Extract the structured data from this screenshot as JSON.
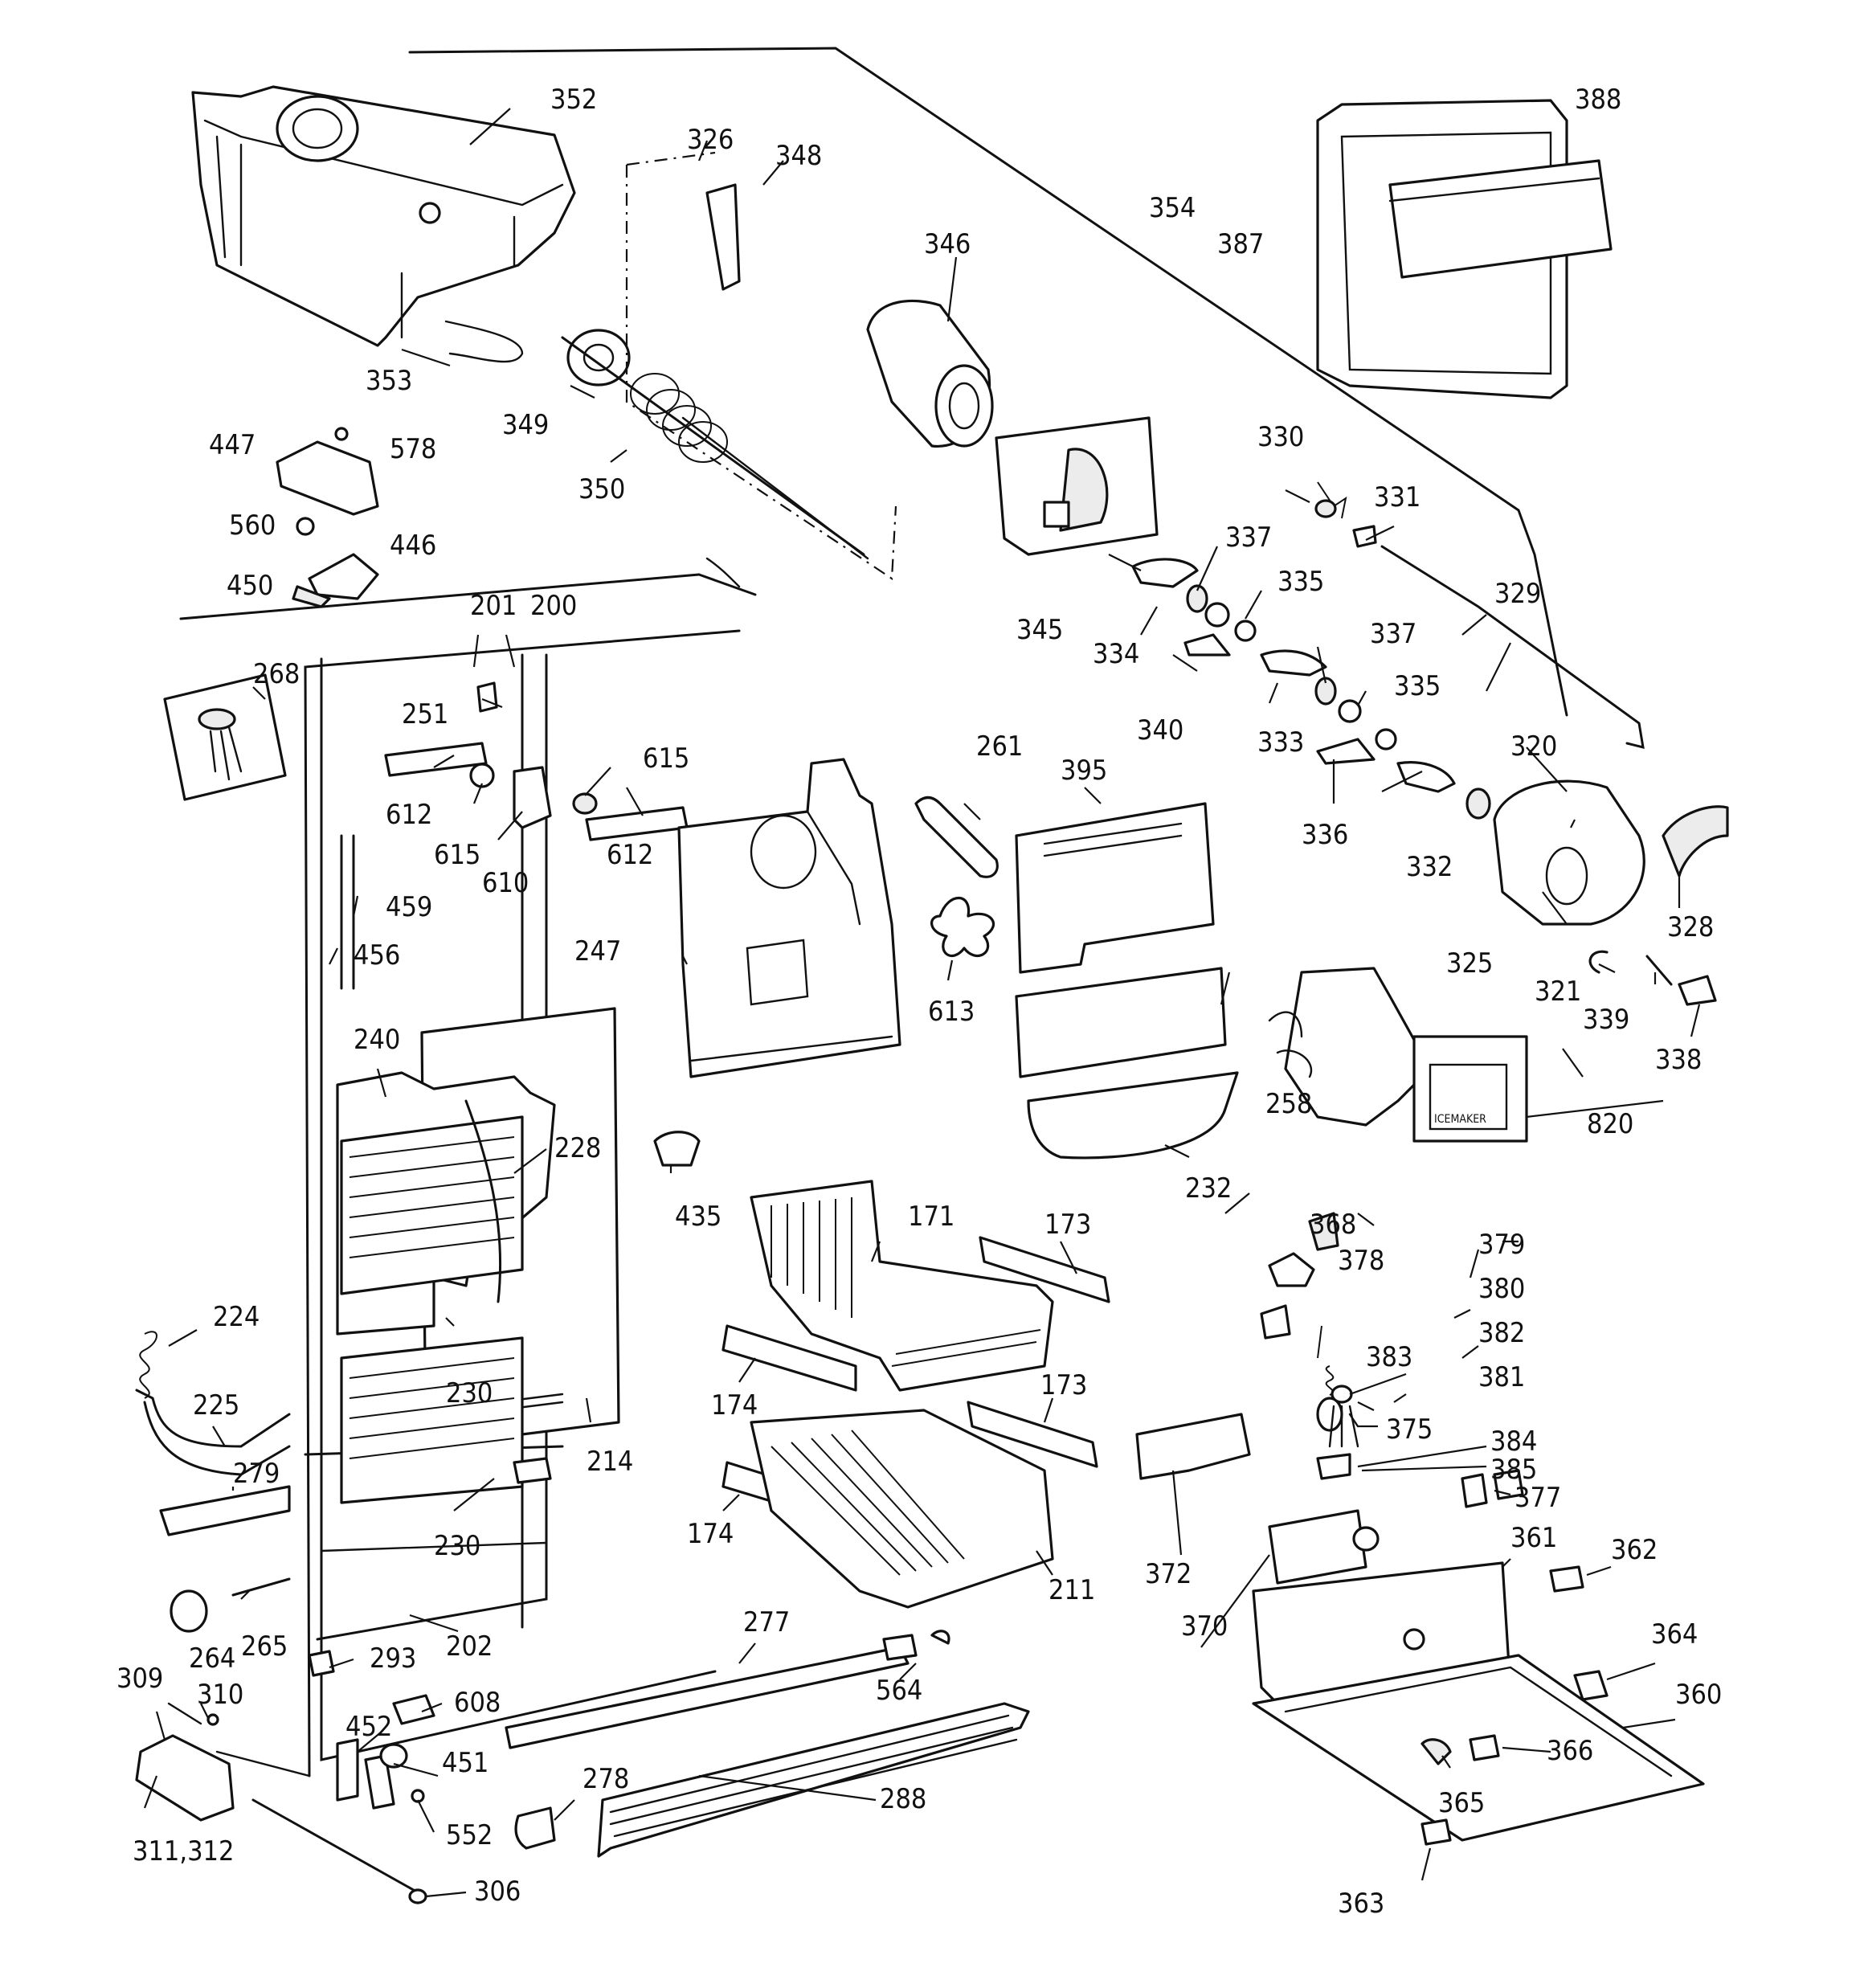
{
  "labels": {
    "p171": "171",
    "p173a": "173",
    "p173b": "173",
    "p174a": "174",
    "p174b": "174",
    "p200": "200",
    "p201": "201",
    "p202": "202",
    "p211": "211",
    "p214": "214",
    "p224": "224",
    "p225": "225",
    "p228": "228",
    "p230a": "230",
    "p230b": "230",
    "p232": "232",
    "p240": "240",
    "p247": "247",
    "p251": "251",
    "p258": "258",
    "p261": "261",
    "p264": "264",
    "p265": "265",
    "p268": "268",
    "p277": "277",
    "p278": "278",
    "p279": "279",
    "p288": "288",
    "p293": "293",
    "p306": "306",
    "p309": "309",
    "p310": "310",
    "p311_312": "311,312",
    "p320": "320",
    "p321": "321",
    "p325": "325",
    "p326": "326",
    "p328": "328",
    "p329": "329",
    "p330": "330",
    "p331": "331",
    "p332": "332",
    "p333": "333",
    "p334": "334",
    "p335a": "335",
    "p335b": "335",
    "p336": "336",
    "p337a": "337",
    "p337b": "337",
    "p338": "338",
    "p339": "339",
    "p340": "340",
    "p345": "345",
    "p346": "346",
    "p348": "348",
    "p349": "349",
    "p350": "350",
    "p352": "352",
    "p353": "353",
    "p354": "354",
    "p360": "360",
    "p361": "361",
    "p362": "362",
    "p363": "363",
    "p364": "364",
    "p365": "365",
    "p366": "366",
    "p368": "368",
    "p370": "370",
    "p372": "372",
    "p375": "375",
    "p377": "377",
    "p378": "378",
    "p379": "379",
    "p380": "380",
    "p381": "381",
    "p382": "382",
    "p383": "383",
    "p384": "384",
    "p385": "385",
    "p387": "387",
    "p388": "388",
    "p395": "395",
    "p435": "435",
    "p446": "446",
    "p447": "447",
    "p450": "450",
    "p451": "451",
    "p452": "452",
    "p456": "456",
    "p459": "459",
    "p552": "552",
    "p560": "560",
    "p564": "564",
    "p578": "578",
    "p608": "608",
    "p610": "610",
    "p612a": "612",
    "p612b": "612",
    "p613": "613",
    "p615a": "615",
    "p615b": "615",
    "p820": "820"
  },
  "icemaker_badge": "ICEMAKER"
}
